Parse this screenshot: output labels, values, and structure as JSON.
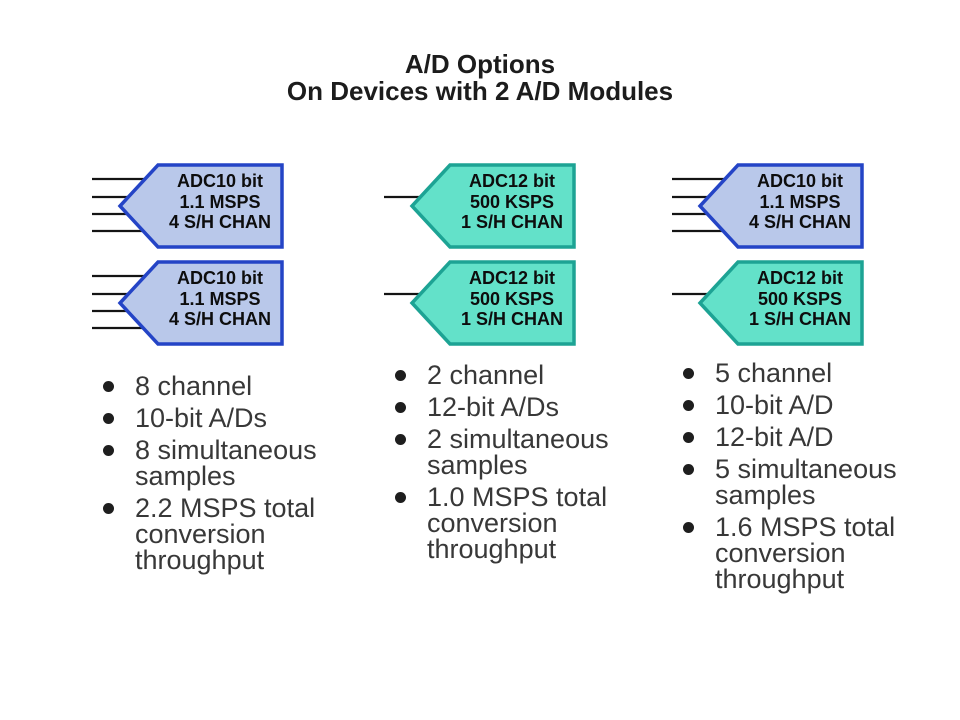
{
  "title": {
    "line1": "A/D Options",
    "line2": "On Devices with 2 A/D Modules"
  },
  "colors": {
    "adc10_fill": "#b9c8ea",
    "adc10_stroke": "#2444c6",
    "adc12_fill": "#63e1c9",
    "adc12_stroke": "#1da394",
    "title_text": "#1c1c1c",
    "bullet_text": "#383838",
    "bullet_dot": "#1e1e1e",
    "shape_text": "#0d0d0d",
    "line": "#141414"
  },
  "modules": [
    {
      "type": "adc10",
      "channels": 4,
      "lines": [
        "ADC10 bit",
        "1.1 MSPS",
        "4 S/H CHAN"
      ]
    },
    {
      "type": "adc10",
      "channels": 4,
      "lines": [
        "ADC10 bit",
        "1.1 MSPS",
        "4 S/H CHAN"
      ]
    },
    {
      "type": "adc12",
      "channels": 1,
      "lines": [
        "ADC12 bit",
        "500 KSPS",
        "1 S/H CHAN"
      ]
    },
    {
      "type": "adc12",
      "channels": 1,
      "lines": [
        "ADC12 bit",
        "500 KSPS",
        "1 S/H CHAN"
      ]
    },
    {
      "type": "adc10",
      "channels": 4,
      "lines": [
        "ADC10 bit",
        "1.1 MSPS",
        "4 S/H CHAN"
      ]
    },
    {
      "type": "adc12",
      "channels": 1,
      "lines": [
        "ADC12 bit",
        "500 KSPS",
        "1 S/H CHAN"
      ]
    }
  ],
  "columns": [
    {
      "bullets": [
        "8 channel",
        "10-bit A/Ds",
        "8 simultaneous samples",
        "2.2 MSPS total conversion throughput"
      ]
    },
    {
      "bullets": [
        "2 channel",
        "12-bit A/Ds",
        "2 simultaneous samples",
        "1.0 MSPS total conversion throughput"
      ]
    },
    {
      "bullets": [
        "5 channel",
        "10-bit A/D",
        "12-bit A/D",
        "5 simultaneous samples",
        "1.6 MSPS total conversion throughput"
      ]
    }
  ]
}
